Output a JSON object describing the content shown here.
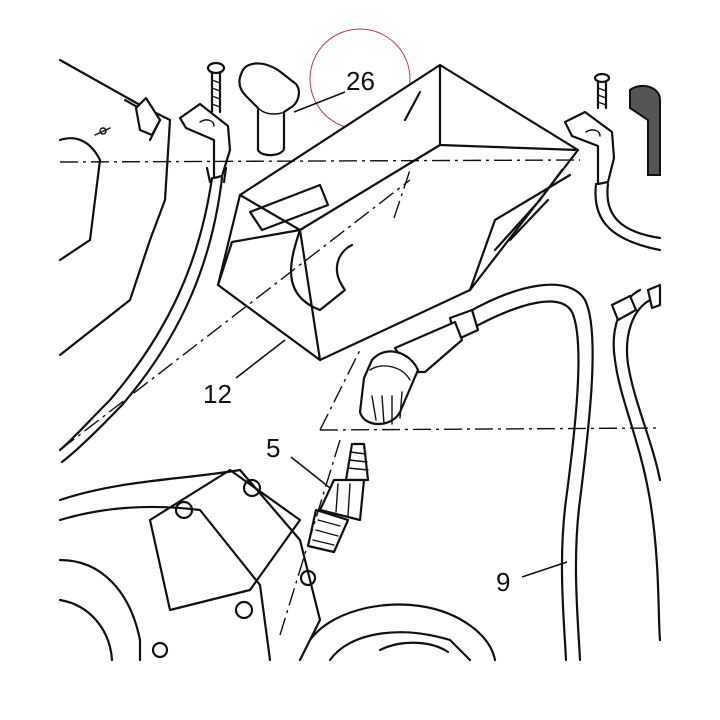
{
  "callouts": {
    "c26": "26",
    "c12": "12",
    "c5": "5",
    "c9": "9"
  },
  "colors": {
    "line": "#111111",
    "background": "#ffffff",
    "highlight_circle": "#c0394b",
    "shade": "#555555"
  }
}
